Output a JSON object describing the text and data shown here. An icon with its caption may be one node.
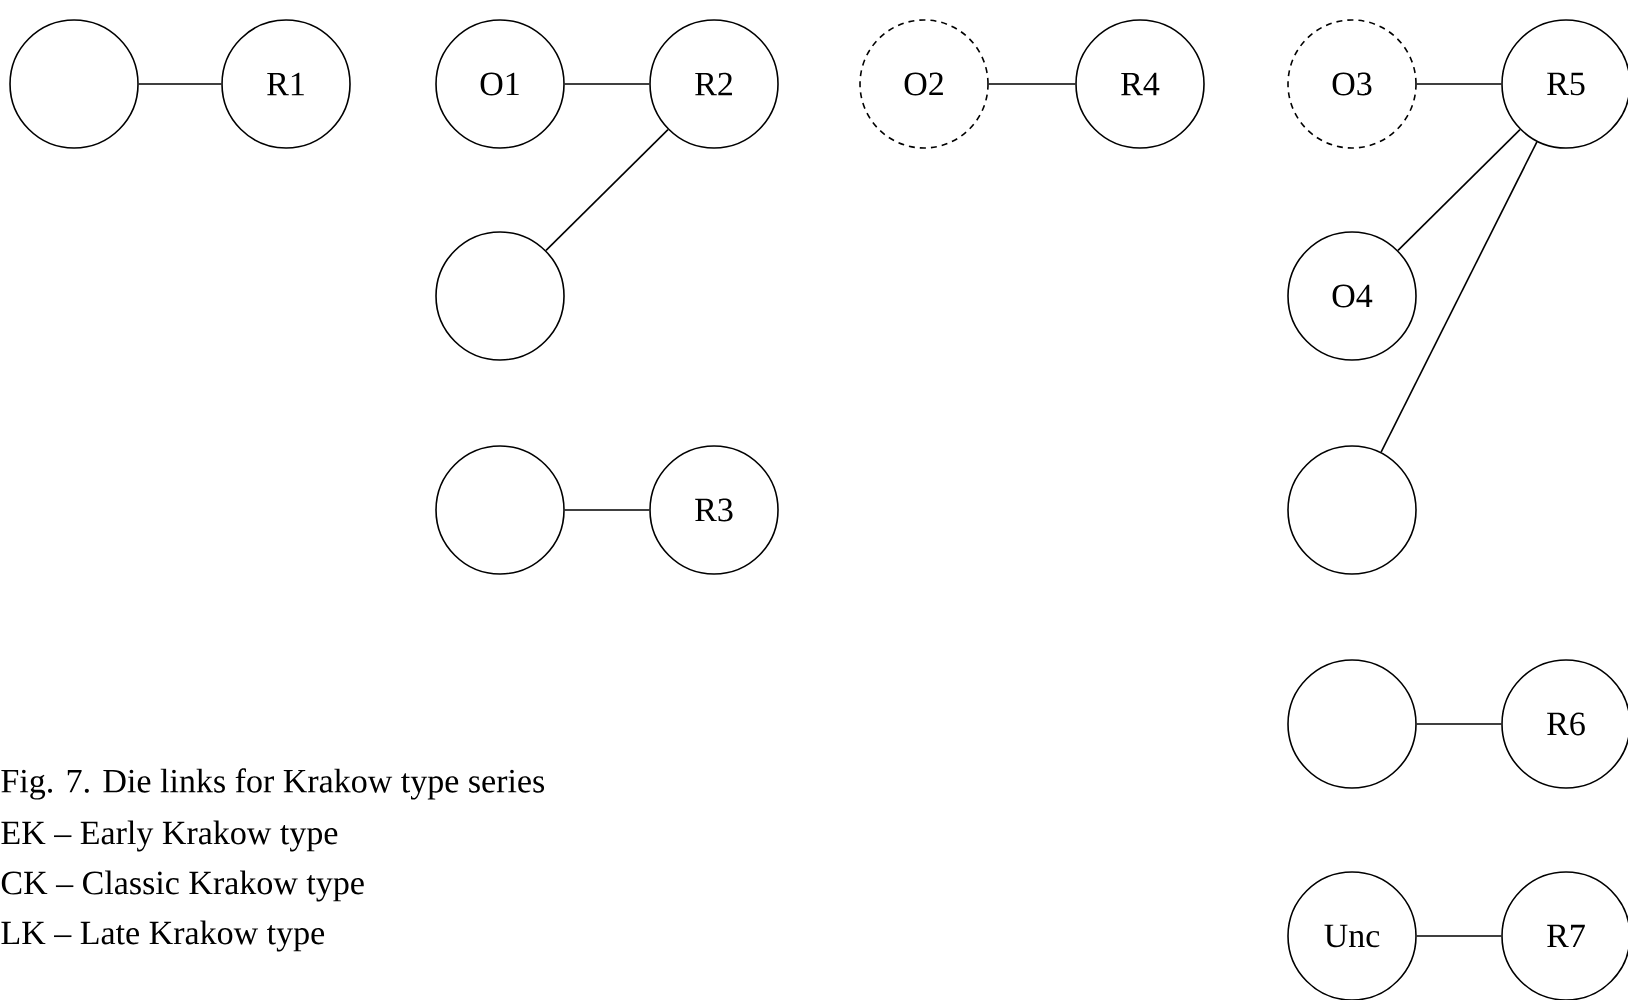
{
  "diagram": {
    "caption": "Fig. 7. Die links for Krakow type series",
    "nodes": [
      {
        "text": [],
        "shape": "circle"
      },
      {
        "text": [
          "R1"
        ]
      },
      {
        "text": [
          "O1"
        ]
      },
      {
        "text": [
          "R2"
        ]
      },
      {
        "text": [],
        "shape": "circle"
      },
      {
        "text": [],
        "shape": "circle"
      },
      {
        "text": [
          "R3"
        ]
      },
      {
        "text": [
          "O2"
        ]
      },
      {
        "text": [
          "R4"
        ]
      },
      {
        "text": [
          "O3"
        ]
      },
      {
        "text": [
          "R5"
        ]
      },
      {
        "text": [
          "O4"
        ]
      },
      {
        "text": [],
        "shape": "circle"
      },
      {
        "text": [],
        "shape": "circle"
      },
      {
        "text": [
          "R6"
        ]
      },
      {
        "text": [
          "Unc"
        ]
      },
      {
        "text": [
          "R7"
        ]
      }
    ],
    "edges": [
      {
        "from": 0,
        "to": 1,
        "arrow": "none"
      },
      {
        "from": 2,
        "to": 3,
        "arrow": "none"
      },
      {
        "from": 3,
        "to": 4,
        "arrow": "none"
      },
      {
        "from": 5,
        "to": 6,
        "arrow": "none"
      },
      {
        "from": 7,
        "to": 8,
        "arrow": "none"
      },
      {
        "from": 9,
        "to": 10,
        "arrow": "none"
      },
      {
        "from": 10,
        "to": 11,
        "arrow": "none"
      },
      {
        "from": 10,
        "to": 12,
        "arrow": "none"
      },
      {
        "from": 13,
        "to": 14,
        "arrow": "none"
      },
      {
        "from": 15,
        "to": 16,
        "arrow": "none"
      }
    ],
    "labels": [
      "EK – Early Krakow type",
      "CK – Classic Krakow type",
      "LK – Late Krakow type"
    ]
  }
}
